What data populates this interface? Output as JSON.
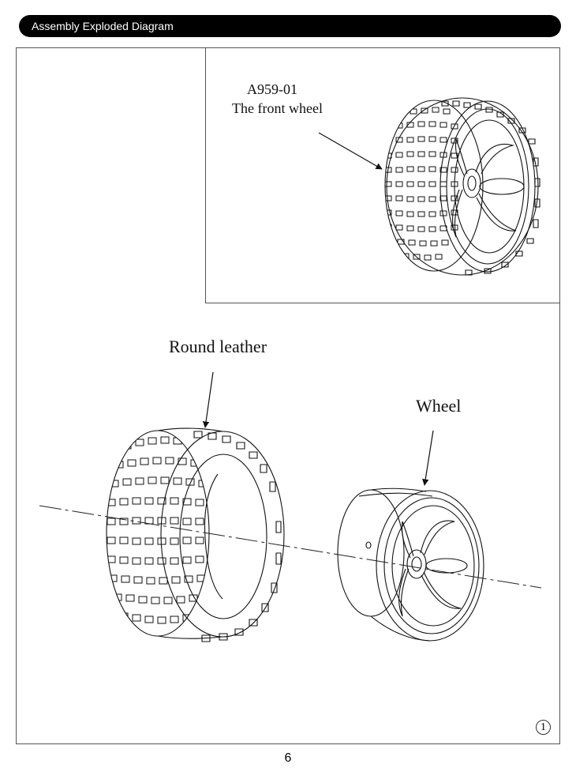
{
  "header": {
    "title": "Assembly Exploded Diagram"
  },
  "callouts": {
    "part_code": "A959-01",
    "part_description": "The front wheel",
    "tire_label": "Round leather",
    "wheel_label": "Wheel"
  },
  "step_number": "1",
  "page_number": "6",
  "icons": [
    "assembled-wheel-illustration",
    "tire-illustration",
    "rim-illustration",
    "callout-arrow",
    "axis-centerline"
  ]
}
